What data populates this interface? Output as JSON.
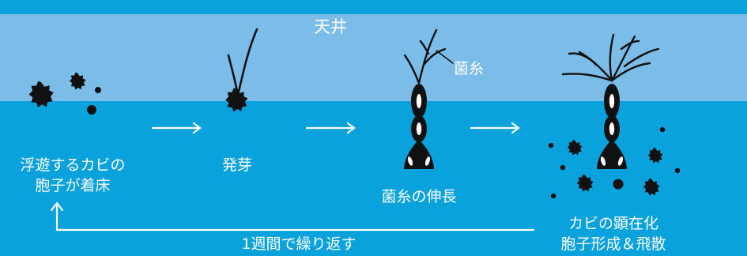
{
  "ceiling_label": "天井",
  "hypha_label": "菌糸",
  "stages": {
    "landing": [
      "浮遊するカビの",
      "胞子が着床"
    ],
    "germination": "発芽",
    "growth": "菌糸の伸長",
    "sporulation": [
      "カビの顕在化",
      "胞子形成＆飛散"
    ]
  },
  "cycle_label": "1週間で繰り返す",
  "colors": {
    "outer_frame": "#0aa2dc",
    "ceiling": "#7bbde8",
    "below_ceiling": "#0aa2dc",
    "spore": "#111111",
    "text": "#ffffff"
  }
}
